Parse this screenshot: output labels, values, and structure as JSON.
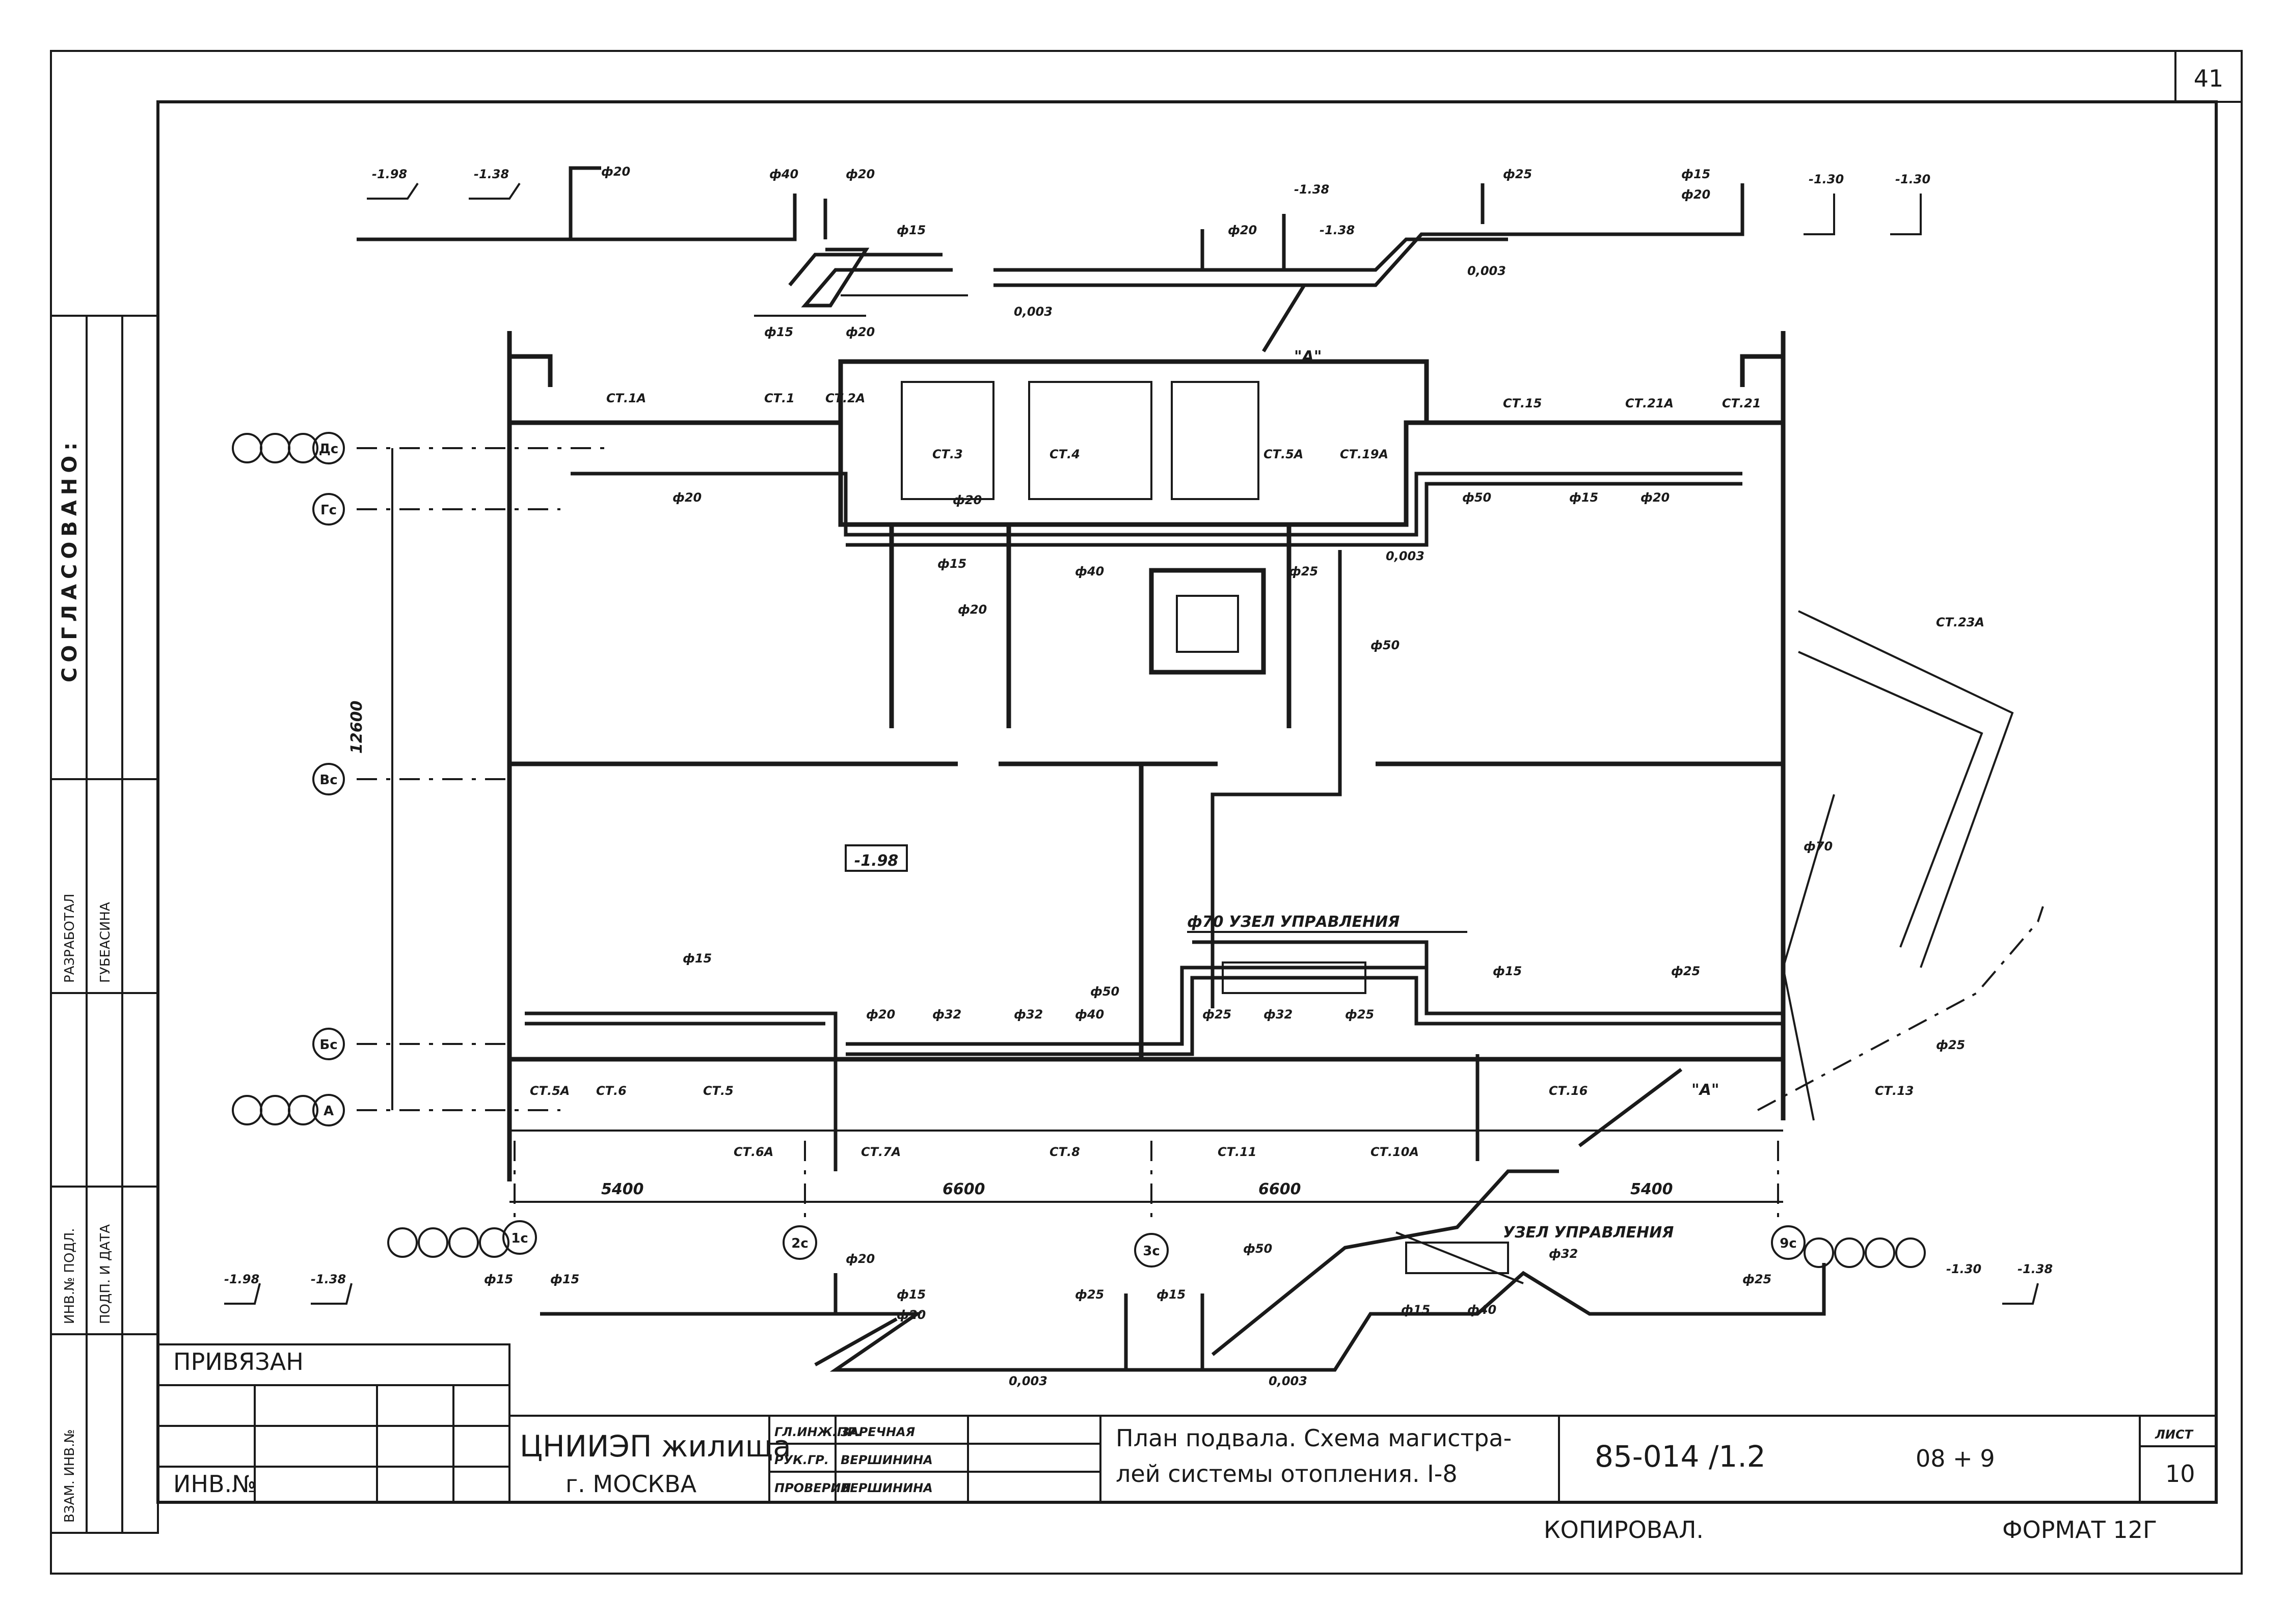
{
  "sheet": {
    "corner_number": "41",
    "agreed_stamp": "СОГЛАСОВАНО:",
    "side_stamp_1": "РАЗРАБОТАЛ",
    "side_stamp_2": "ГУБЕАСИНА",
    "side_stamp_3": "ИНВ.№ ПОДЛ.",
    "side_stamp_4": "ПОДП. И ДАТА",
    "side_stamp_5": "ВЗАМ. ИНВ.№"
  },
  "plan": {
    "room_mark": "-1.98",
    "dim_vertical": "12600",
    "dims_bottom": [
      "5400",
      "6600",
      "6600",
      "5400"
    ],
    "detail_a_top": "\"А\"",
    "detail_a_bottom": "\"А\"",
    "control_unit_plan": "ф70 УЗЕЛ УПРАВЛЕНИЯ",
    "control_unit_schema": "УЗЕЛ УПРАВЛЕНИЯ",
    "axes_left": [
      "Дс",
      "Гс",
      "Вс",
      "Бс",
      "А"
    ],
    "axes_bottom": [
      "1с",
      "2с",
      "3с",
      "9с"
    ],
    "risers": [
      "СТ.1А",
      "СТ.1",
      "СТ.2А",
      "СТ.3",
      "СТ.4",
      "СТ.5А",
      "СТ.19А",
      "СТ.15",
      "СТ.21А",
      "СТ.21",
      "СТ.23А",
      "СТ.5А",
      "СТ.6",
      "СТ.5",
      "СТ.6А",
      "СТ.7А",
      "СТ.8",
      "СТ.11",
      "СТ.10А",
      "СТ.16",
      "СТ.13"
    ],
    "diameters": [
      "ф20",
      "ф15",
      "ф50",
      "ф25",
      "ф32",
      "ф40",
      "ф70"
    ],
    "slope_labels": [
      "0,003",
      "0,003",
      "0,003",
      "0,003",
      "0,003"
    ],
    "elev_labels": [
      "-1.98",
      "-1.38",
      "-1.30",
      "-1.38"
    ]
  },
  "title_block": {
    "org": "ЦНИИЭП жилища",
    "city": "г. МОСКВА",
    "description_1": "План подвала. Схема магистра-",
    "description_2": "лей системы отопления. I-8",
    "doc_number": "85-014 /1.2",
    "range": "08 + 9",
    "sheet_label": "ЛИСТ",
    "sheet_number": "10",
    "binding": "ПРИВЯЗАН",
    "inv": "ИНВ.№",
    "staff_roles": [
      "ГЛ.ИНЖ.ПР.",
      "РУК.ГР.",
      "ПРОВЕРИЛ"
    ],
    "staff_names": [
      "ЗАРЕЧНАЯ",
      "ВЕРШИНИНА",
      "ВЕРШИНИНА"
    ],
    "copied": "КОПИРОВАЛ.",
    "format": "ФОРМАТ 12Г"
  }
}
